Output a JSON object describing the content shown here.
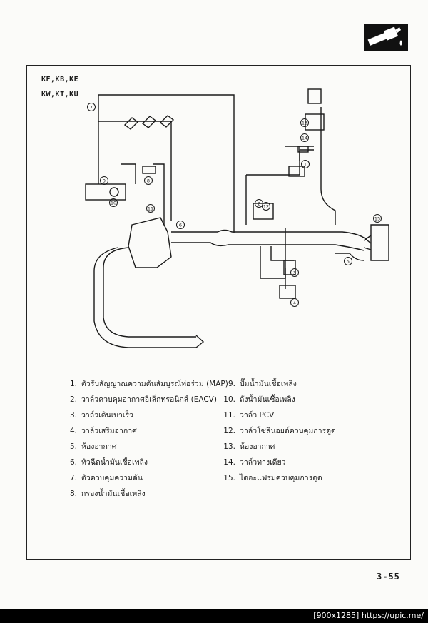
{
  "header": {
    "models_line1": "KF,KB,KE",
    "models_line2": "KW,KT,KU",
    "badge_icon": "fuel-nozzle-icon"
  },
  "diagram": {
    "callouts": [
      "1",
      "2",
      "3",
      "4",
      "5",
      "6",
      "7",
      "8",
      "9",
      "10",
      "11",
      "12",
      "13",
      "14",
      "15"
    ]
  },
  "legend": {
    "left": [
      {
        "num": "1.",
        "label": "ตัวรับสัญญาณความดันสัมบูรณ์ท่อร่วม (MAP)"
      },
      {
        "num": "2.",
        "label": "วาล์วควบคุมอากาศอิเล็กทรอนิกส์ (EACV)"
      },
      {
        "num": "3.",
        "label": "วาล์วเดินเบาเร็ว"
      },
      {
        "num": "4.",
        "label": "วาล์วเสริมอากาศ"
      },
      {
        "num": "5.",
        "label": "ห้องอากาศ"
      },
      {
        "num": "6.",
        "label": "หัวฉีดน้ำมันเชื้อเพลิง"
      },
      {
        "num": "7.",
        "label": "ตัวควบคุมความดัน"
      },
      {
        "num": "8.",
        "label": "กรองน้ำมันเชื้อเพลิง"
      }
    ],
    "right": [
      {
        "num": "9.",
        "label": "ปั๊มน้ำมันเชื้อเพลิง"
      },
      {
        "num": "10.",
        "label": "ถังน้ำมันเชื้อเพลิง"
      },
      {
        "num": "11.",
        "label": "วาล์ว PCV"
      },
      {
        "num": "12.",
        "label": "วาล์วโซลินอยด์ควบคุมการดูด"
      },
      {
        "num": "13.",
        "label": "ห้องอากาศ"
      },
      {
        "num": "14.",
        "label": "วาล์วทางเดียว"
      },
      {
        "num": "15.",
        "label": "ไดอะแฟรมควบคุมการดูด"
      }
    ]
  },
  "page_number": "3-55",
  "footer": {
    "text": "[900x1285] https://upic.me/"
  }
}
